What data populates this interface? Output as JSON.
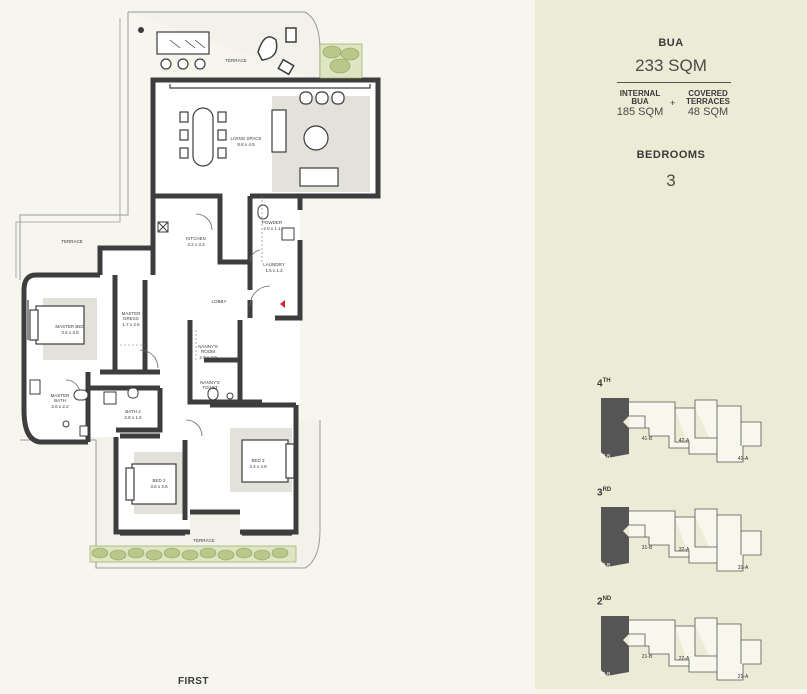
{
  "summary": {
    "bua_label": "BUA",
    "bua_value": "233 SQM",
    "internal_label_1": "INTERNAL",
    "internal_label_2": "BUA",
    "internal_value": "185 SQM",
    "plus": "+",
    "covered_label_1": "COVERED",
    "covered_label_2": "TERRACES",
    "covered_value": "48 SQM",
    "bedrooms_label": "BEDROOMS",
    "bedrooms_value": "3"
  },
  "plan": {
    "floor_label": "FIRST",
    "rooms": {
      "terrace_top": "TERRACE",
      "terrace_left": "TERRACE",
      "terrace_bottom": "TERRACE",
      "living_name": "LIVING SPACE",
      "living_size": "8.8 x 4.5",
      "kitchen_name": "KITCHEN",
      "kitchen_size": "3.2 x 3.3",
      "powder_name": "POWDER",
      "powder_size": "2.0 x 1.1",
      "laundry_name": "LAUNDRY",
      "laundry_size": "1.5 x 1.2",
      "lobby_name": "LOBBY",
      "master_bed_name": "MASTER BED",
      "master_bed_size": "3.5 x 3.8",
      "master_dress_name_1": "MASTER",
      "master_dress_name_2": "DRESS",
      "master_dress_size": "1.7 x 2.6",
      "nanny_room_name_1": "NANNY'S",
      "nanny_room_name_2": "ROOM",
      "nanny_room_size": "2.0 x 2.0",
      "nanny_toilet_name_1": "NANNY'S",
      "nanny_toilet_name_2": "TOILET",
      "master_bath_name_1": "MASTER",
      "master_bath_name_2": "BATH",
      "master_bath_size": "2.6 x 2.2",
      "bath2_name": "BATH 2",
      "bath2_size": "2.8 x 1.5",
      "bed2_name": "BED 2",
      "bed2_size": "3.6 x 3.6",
      "bed3_name": "BED 3",
      "bed3_size": "3.4 x 4.8"
    }
  },
  "key_plans": [
    {
      "level": "4",
      "suffix": "TH",
      "units": [
        "41-B",
        "42-A",
        "41-A",
        "43-A",
        "42-B"
      ]
    },
    {
      "level": "3",
      "suffix": "RD",
      "units": [
        "31-B",
        "32-A",
        "31-A",
        "33-A",
        "32-B"
      ]
    },
    {
      "level": "2",
      "suffix": "ND",
      "units": [
        "21-B",
        "22-A",
        "21-A",
        "23-A",
        "22-B"
      ]
    }
  ],
  "colors": {
    "wall": "#3d3d3d",
    "terrace_fill": "#f3f2ea",
    "interior_fill": "#ffffff",
    "sidebar_bg": "#ecebd5",
    "rug": "#e2e1da",
    "plant": "#b9c78a",
    "highlight_unit": "#555555",
    "entry_marker": "#d6262c"
  }
}
